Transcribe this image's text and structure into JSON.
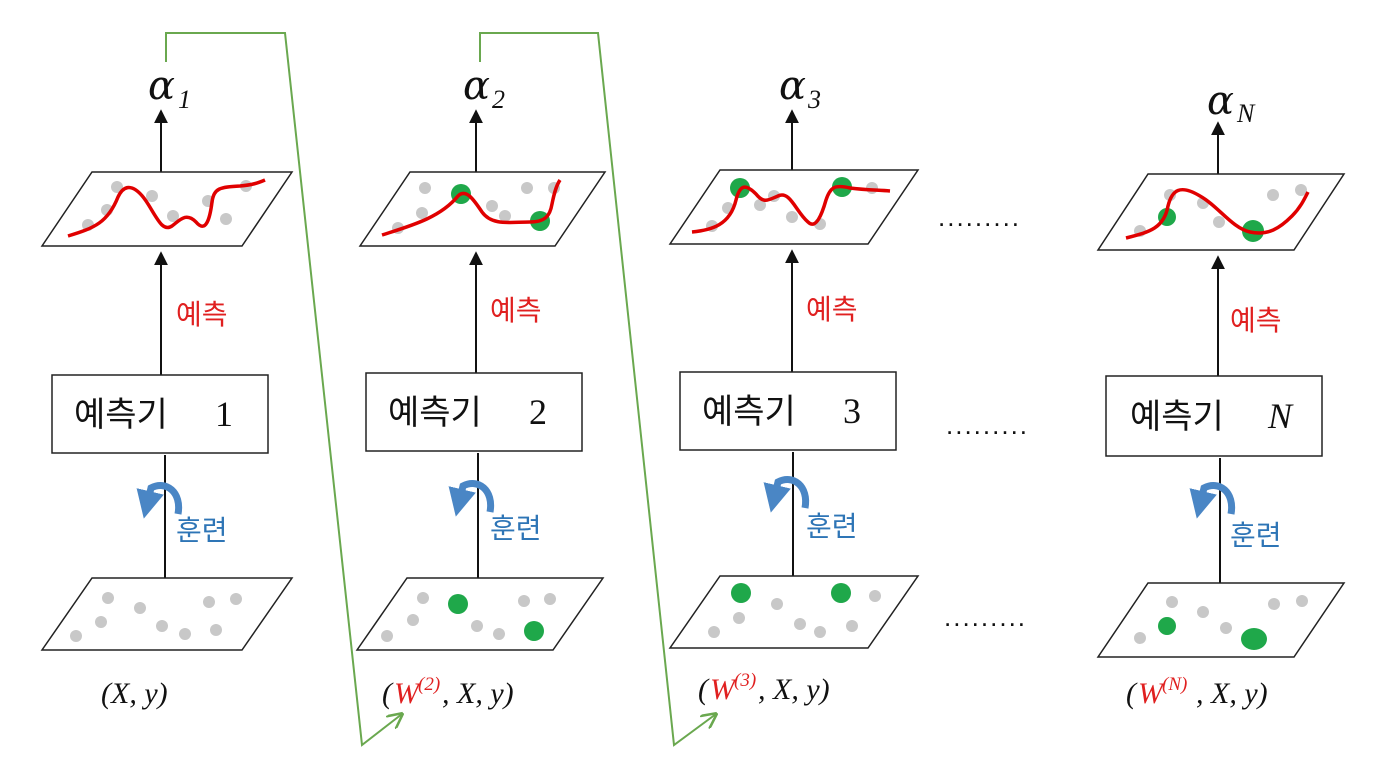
{
  "alpha_symbol": "α",
  "stages": [
    {
      "alpha_sub": "1",
      "pred_label": "예측",
      "box_text": "예측기",
      "box_num": "1",
      "box_num_italic": false,
      "train_label": "훈련",
      "input_red": "",
      "input_sup": "",
      "input_rest": "(X, y)"
    },
    {
      "alpha_sub": "2",
      "pred_label": "예측",
      "box_text": "예측기",
      "box_num": "2",
      "box_num_italic": false,
      "train_label": "훈련",
      "input_red": "W",
      "input_sup": "(2)",
      "input_rest": ",  X, y)"
    },
    {
      "alpha_sub": "3",
      "pred_label": "예측",
      "box_text": "예측기",
      "box_num": "3",
      "box_num_italic": false,
      "train_label": "훈련",
      "input_red": "W",
      "input_sup": "(3)",
      "input_rest": ",  X, y)"
    },
    {
      "alpha_sub": "N",
      "pred_label": "예측",
      "box_text": "예측기",
      "box_num": "N",
      "box_num_italic": true,
      "train_label": "훈련",
      "input_red": "W",
      "input_sup": "(N)",
      "input_rest": ",  X, y)"
    }
  ],
  "ellipsis": ".........",
  "colors": {
    "prediction_curve": "#e00000",
    "highlight_dot": "#1fa84a",
    "plain_dot": "#c8c8c8",
    "flow_arrow": "#6aa84f",
    "train_arrow": "#4a86c5",
    "prediction_text": "#e02020",
    "training_text": "#2e75b6"
  }
}
